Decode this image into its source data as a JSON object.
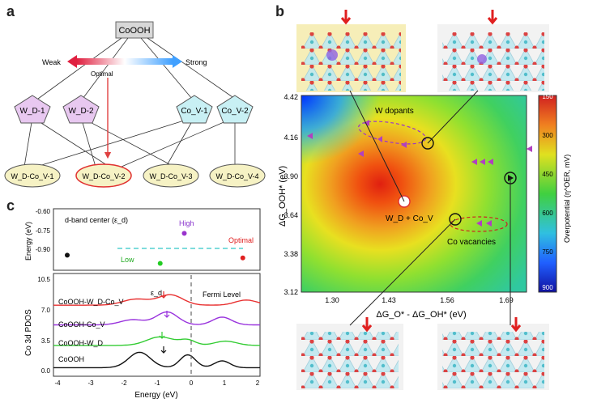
{
  "panels": {
    "a": "a",
    "b": "b",
    "c": "c"
  },
  "panel_a": {
    "root": "CoOOH",
    "weak": "Weak",
    "strong": "Strong",
    "optimal": "Optimal",
    "pentagons": [
      "W_D-1",
      "W_D-2",
      "Co_V-1",
      "Co_V-2"
    ],
    "ellipses": [
      "W_D-Co_V-1",
      "W_D-Co_V-2",
      "W_D-Co_V-3",
      "W_D-Co_V-4"
    ],
    "colors": {
      "pink": "#e8c8f0",
      "cyan": "#c8f0f4",
      "yellow": "#f6f2c4",
      "red": "#e04040"
    }
  },
  "panel_b": {
    "cbar_title": "Overpotential (η^OER, mV)",
    "annotations": {
      "w_dopants": "W dopants",
      "co_vacancies": "Co vacancies",
      "wd_cov": "W_D + Co_V"
    }
  },
  "panel_c_top": {
    "label": "d-band center (ε_d)",
    "high": "High",
    "low": "Low",
    "optimal": "Optimal"
  },
  "panel_c_bottom": {
    "fermi": "Fermi Level",
    "ed": "ε_d",
    "curves": [
      "CoOOH-W_D-Co_V",
      "CoOOH-Co_V",
      "CoOOH-W_D",
      "CoOOH"
    ]
  },
  "chart_data": [
    {
      "type": "heatmap",
      "xlabel": "ΔG_O* - ΔG_OH* (eV)",
      "ylabel": "ΔG_OOH* (eV)",
      "x_ticks": [
        "1.30",
        "1.43",
        "1.56",
        "1.69"
      ],
      "y_ticks": [
        "4.42",
        "4.16",
        "3.90",
        "3.64",
        "3.38",
        "3.12"
      ],
      "xlim": [
        1.22,
        1.74
      ],
      "ylim": [
        3.12,
        4.42
      ],
      "colorbar_ticks": [
        "150",
        "300",
        "450",
        "600",
        "750",
        "900"
      ],
      "colorbar_label": "Overpotential (η^OER, mV)"
    },
    {
      "type": "scatter",
      "ylabel": "Energy (eV)",
      "y_ticks": [
        "-0.60",
        "-0.75",
        "-0.90"
      ],
      "points": [
        {
          "x": -3.6,
          "y": -0.89,
          "color": "#111111"
        },
        {
          "x": -0.9,
          "y": -0.95,
          "color": "#22cc22"
        },
        {
          "x": -0.2,
          "y": -0.73,
          "color": "#9933cc"
        },
        {
          "x": 1.5,
          "y": -0.91,
          "color": "#e02020"
        }
      ]
    },
    {
      "type": "line",
      "xlabel": "Energy (eV)",
      "ylabel": "Co 3d PDOS",
      "x_ticks": [
        "-4",
        "-3",
        "-2",
        "-1",
        "0",
        "1",
        "2"
      ],
      "y_ticks": [
        "10.5",
        "7.0",
        "3.5",
        "0.0"
      ],
      "xlim": [
        -4,
        2
      ],
      "ylim": [
        -1,
        11
      ],
      "series": [
        {
          "name": "CoOOH-W_D-Co_V",
          "color": "#e83030",
          "offset": 7.0
        },
        {
          "name": "CoOOH-Co_V",
          "color": "#9933dd",
          "offset": 4.7
        },
        {
          "name": "CoOOH-W_D",
          "color": "#33cc33",
          "offset": 2.4
        },
        {
          "name": "CoOOH",
          "color": "#111111",
          "offset": 0.0
        }
      ]
    }
  ]
}
